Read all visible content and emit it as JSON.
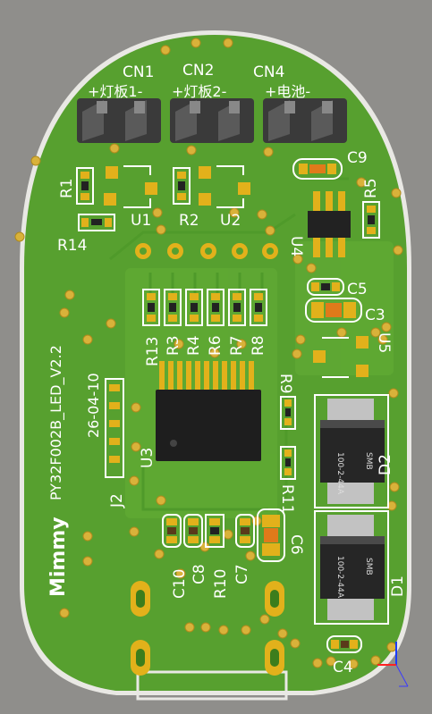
{
  "board": {
    "board_name": "PY32F002B_LED_V2.2",
    "date_code": "26-04-10",
    "brand": "Mimmy"
  },
  "connectors": [
    {
      "ref": "CN1",
      "label": "+灯板1-"
    },
    {
      "ref": "CN2",
      "label": "+灯板2-"
    },
    {
      "ref": "CN4",
      "label": "+电池-"
    }
  ],
  "refdes": {
    "r1": "R1",
    "r14": "R14",
    "u1": "U1",
    "r2": "R2",
    "u2": "U2",
    "u4": "U4",
    "r5": "R5",
    "c9": "C9",
    "c5": "C5",
    "c3": "C3",
    "u5": "U5",
    "r13": "R13",
    "r3": "R3",
    "r4": "R4",
    "r6": "R6",
    "r7": "R7",
    "r8": "R8",
    "r9": "R9",
    "u3": "U3",
    "j2": "J2",
    "r11": "R11",
    "c10": "C10",
    "c8": "C8",
    "r10": "R10",
    "c7": "C7",
    "c6": "C6",
    "d2": "D2",
    "d1": "D1",
    "c4": "C4"
  },
  "diodes": [
    {
      "ref": "D2",
      "brand": "SMB",
      "marking": "100-2-44A"
    },
    {
      "ref": "D1",
      "brand": "SMB",
      "marking": "100-2-44A"
    }
  ],
  "colors": {
    "board": "#57a02f",
    "board_edge": "#e9e8e4",
    "pad_gold": "#e2b11b",
    "silkscreen": "#ffffff",
    "background": "#8f8e8b"
  }
}
